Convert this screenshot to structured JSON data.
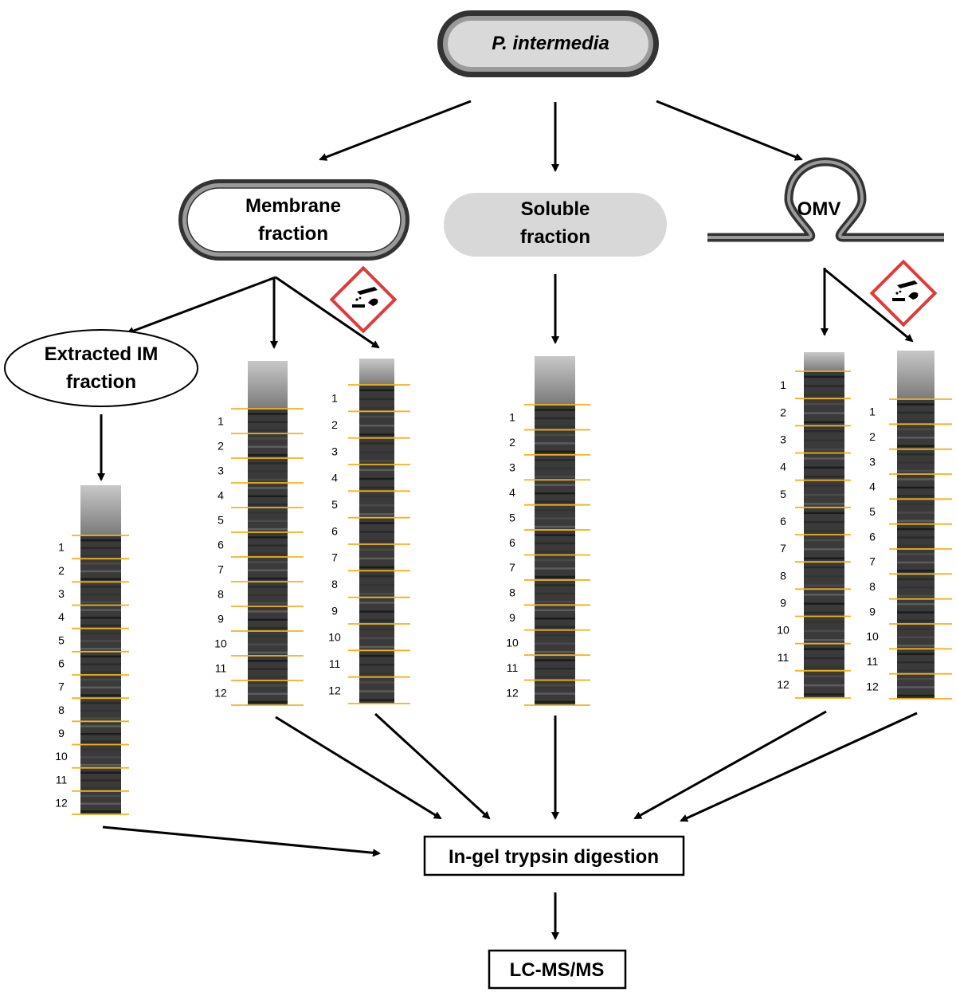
{
  "nodes": {
    "organism": {
      "label": "P. intermedia"
    },
    "membrane": {
      "line1": "Membrane",
      "line2": "fraction"
    },
    "soluble": {
      "line1": "Soluble",
      "line2": "fraction"
    },
    "omv": {
      "label": "OMV"
    },
    "extracted_im": {
      "line1": "Extracted IM",
      "line2": "fraction"
    },
    "digestion": {
      "label": "In-gel trypsin digestion"
    },
    "lcms": {
      "label": "LC-MS/MS"
    }
  },
  "hazard_icon": "corrosive-hazard-icon",
  "colors": {
    "band_marker": "#f2b31c",
    "hazard_border": "#e03a3a",
    "soluble_fill": "#d8d8d8",
    "membrane_stroke": "#555555"
  },
  "gel_lanes": [
    {
      "name": "extracted-im-lane",
      "slices": [
        "1",
        "2",
        "3",
        "4",
        "5",
        "6",
        "7",
        "8",
        "9",
        "10",
        "11",
        "12"
      ]
    },
    {
      "name": "membrane-lane-1",
      "slices": [
        "1",
        "2",
        "3",
        "4",
        "5",
        "6",
        "7",
        "8",
        "9",
        "10",
        "11",
        "12"
      ]
    },
    {
      "name": "membrane-lane-2-detergent",
      "slices": [
        "1",
        "2",
        "3",
        "4",
        "5",
        "6",
        "7",
        "8",
        "9",
        "10",
        "11",
        "12"
      ]
    },
    {
      "name": "soluble-lane",
      "slices": [
        "1",
        "2",
        "3",
        "4",
        "5",
        "6",
        "7",
        "8",
        "9",
        "10",
        "11",
        "12"
      ]
    },
    {
      "name": "omv-lane-1",
      "slices": [
        "1",
        "2",
        "3",
        "4",
        "5",
        "6",
        "7",
        "8",
        "9",
        "10",
        "11",
        "12"
      ]
    },
    {
      "name": "omv-lane-2-detergent",
      "slices": [
        "1",
        "2",
        "3",
        "4",
        "5",
        "6",
        "7",
        "8",
        "9",
        "10",
        "11",
        "12"
      ]
    }
  ]
}
